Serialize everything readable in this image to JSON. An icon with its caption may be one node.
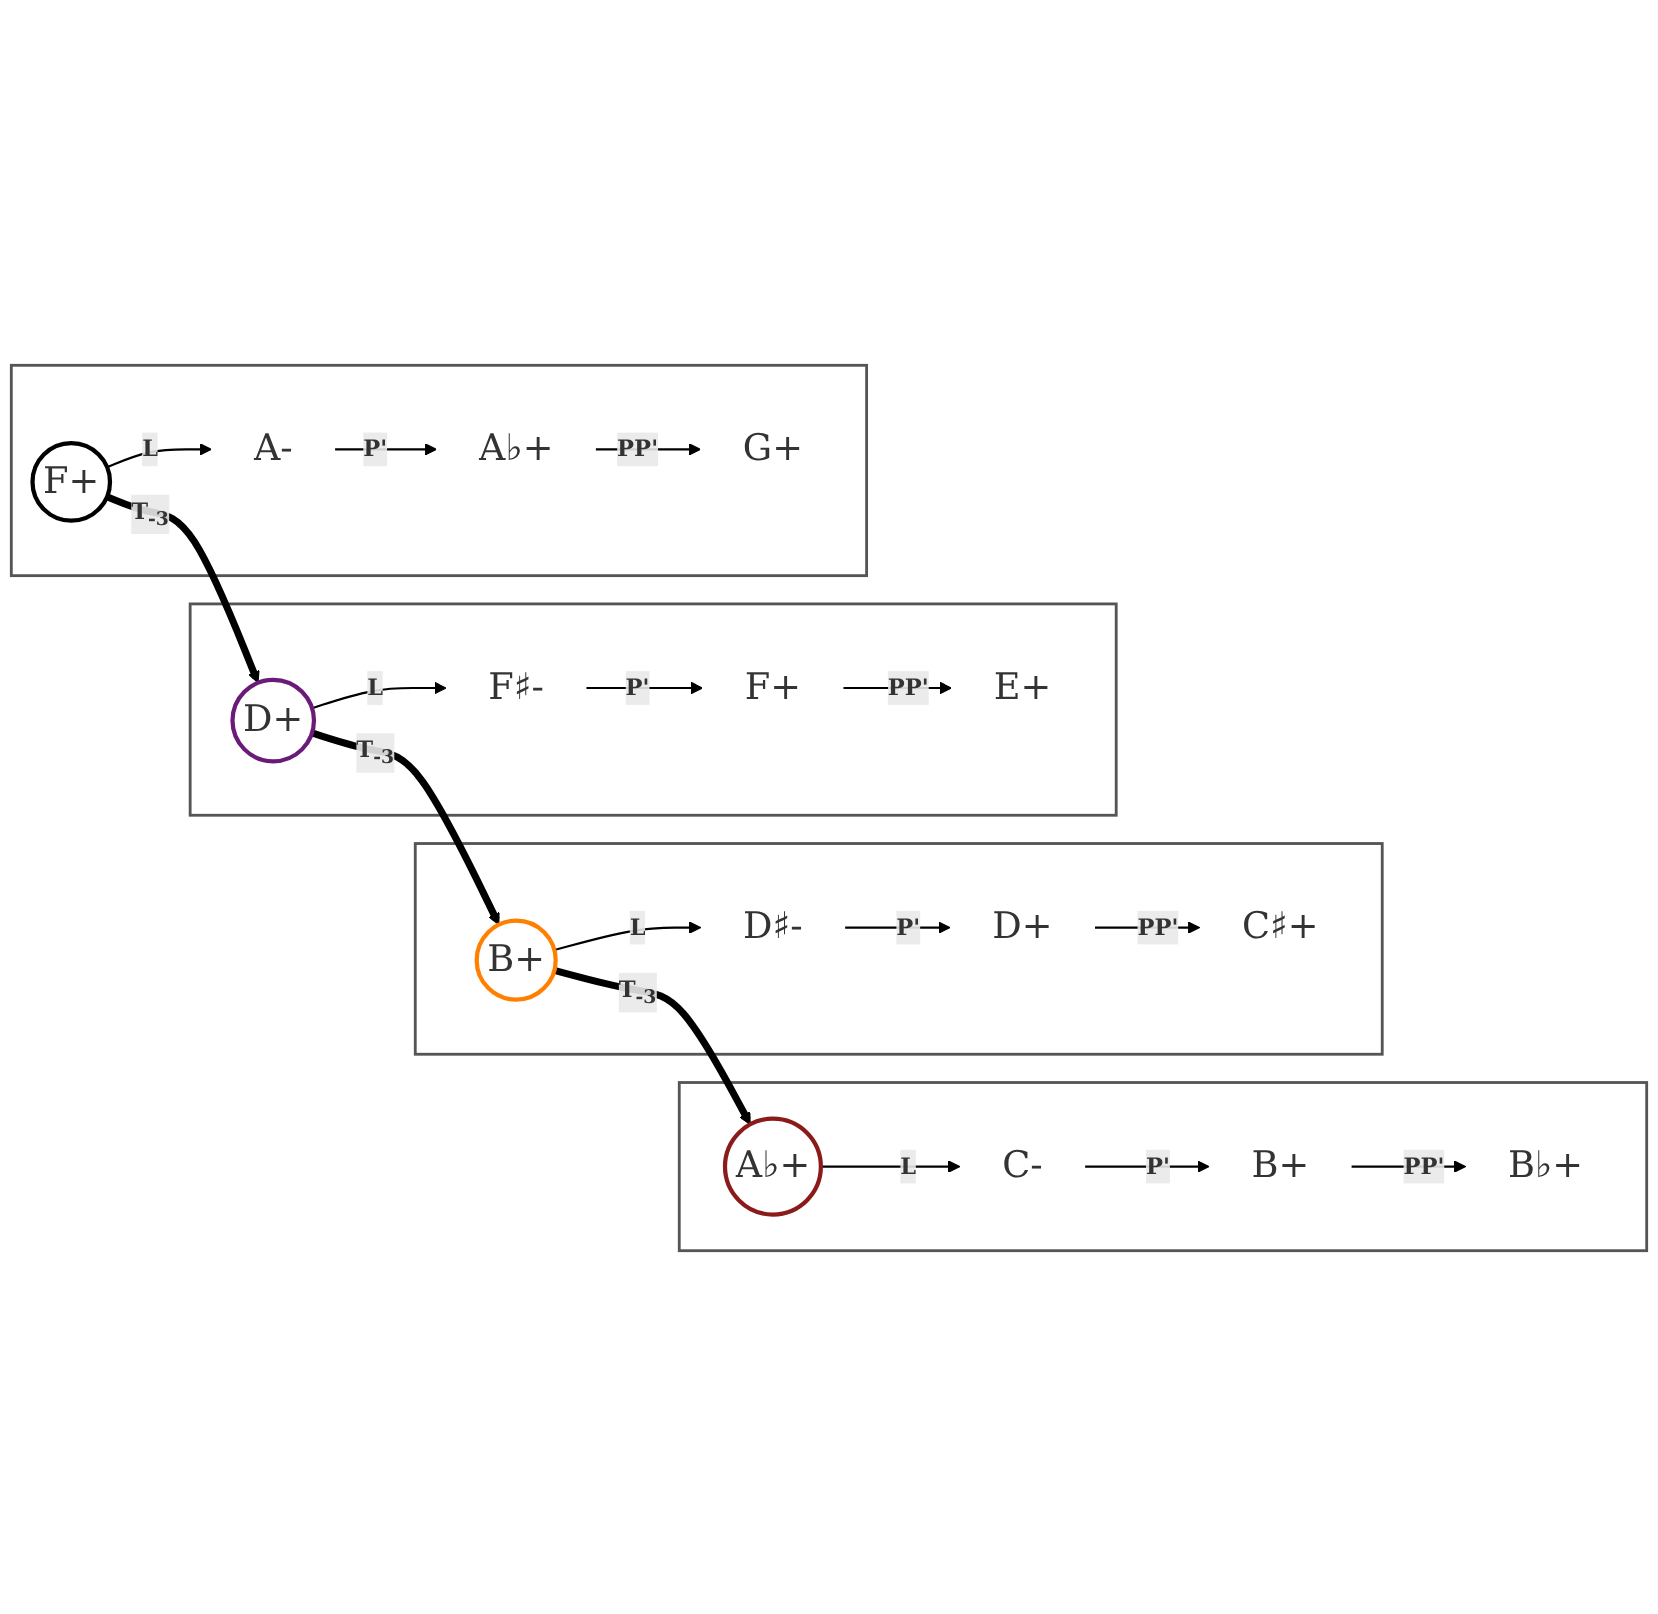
{
  "diagram": {
    "nodes": [
      {
        "text": [],
        "shape": "box"
      },
      {
        "text": [
          "F+"
        ],
        "in": 0
      },
      {
        "text": [
          "A-"
        ],
        "in": 0
      },
      {
        "text": [
          "A♭+"
        ],
        "in": 0
      },
      {
        "text": [
          "G+"
        ],
        "in": 0
      },
      {
        "text": [],
        "shape": "box"
      },
      {
        "text": [
          "D+"
        ],
        "in": 5
      },
      {
        "text": [
          "F♯-"
        ],
        "in": 5
      },
      {
        "text": [
          "F+"
        ],
        "in": 5
      },
      {
        "text": [
          "E+"
        ],
        "in": 5
      },
      {
        "text": [],
        "shape": "box"
      },
      {
        "text": [
          "B+"
        ],
        "in": 10
      },
      {
        "text": [
          "D♯-"
        ],
        "in": 10
      },
      {
        "text": [
          "D+"
        ],
        "in": 10
      },
      {
        "text": [
          "C♯+"
        ],
        "in": 10
      },
      {
        "text": [],
        "shape": "box"
      },
      {
        "text": [
          "A♭+"
        ],
        "in": 15
      },
      {
        "text": [
          "C-"
        ],
        "in": 15
      },
      {
        "text": [
          "B+"
        ],
        "in": 15
      },
      {
        "text": [
          "B♭+"
        ],
        "in": 15
      }
    ],
    "edges": [
      {
        "from": 1,
        "to": 2,
        "arrow": "to",
        "label": "L"
      },
      {
        "from": 2,
        "to": 3,
        "arrow": "to",
        "label": "P'"
      },
      {
        "from": 3,
        "to": 4,
        "arrow": "to",
        "label": "PP'"
      },
      {
        "from": 6,
        "to": 7,
        "arrow": "to",
        "label": "L"
      },
      {
        "from": 7,
        "to": 8,
        "arrow": "to",
        "label": "P'"
      },
      {
        "from": 8,
        "to": 9,
        "arrow": "to",
        "label": "PP'"
      },
      {
        "from": 11,
        "to": 12,
        "arrow": "to",
        "label": "L"
      },
      {
        "from": 12,
        "to": 13,
        "arrow": "to",
        "label": "P'"
      },
      {
        "from": 13,
        "to": 14,
        "arrow": "to",
        "label": "PP'"
      },
      {
        "from": 16,
        "to": 17,
        "arrow": "to",
        "label": "L"
      },
      {
        "from": 17,
        "to": 18,
        "arrow": "to",
        "label": "P'"
      },
      {
        "from": 18,
        "to": 19,
        "arrow": "to",
        "label": "PP'"
      },
      {
        "from": 1,
        "to": 6,
        "arrow": "to",
        "label": "T$_{-3}$",
        "style": "thick"
      },
      {
        "from": 6,
        "to": 11,
        "arrow": "to",
        "label": "T$_{-3}$",
        "style": "thick"
      },
      {
        "from": 11,
        "to": 16,
        "arrow": "to",
        "label": "T$_{-3}$",
        "style": "thick"
      }
    ]
  }
}
